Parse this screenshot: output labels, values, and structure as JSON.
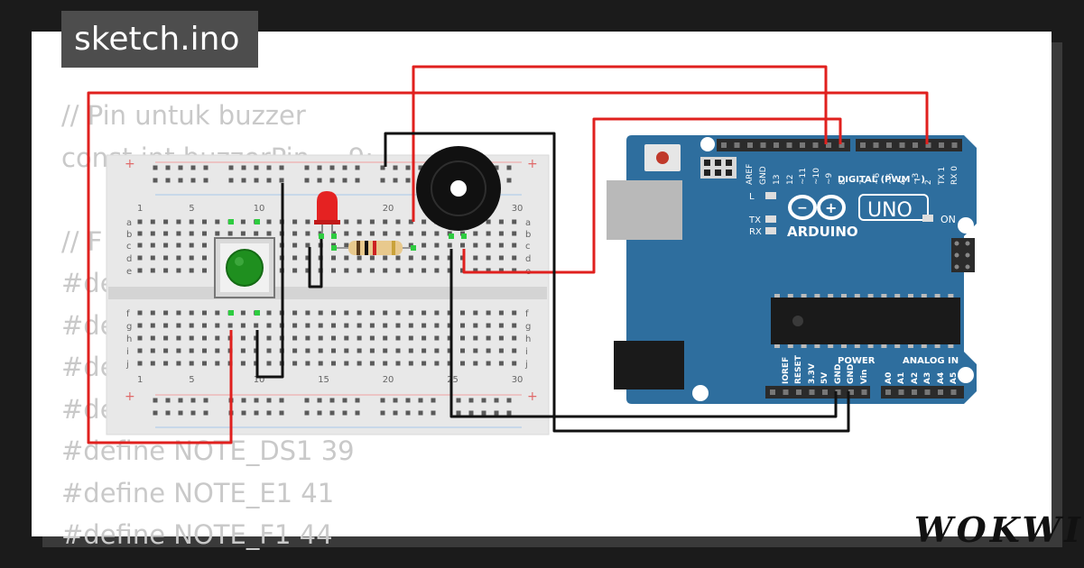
{
  "header": {
    "filename": "sketch.ino"
  },
  "code_lines": [
    "// Pin untuk buzzer",
    "const int buzzerPin = 9;",
    "",
    "// F",
    "#de",
    "#de",
    "#de",
    "#de",
    "#define NOTE_DS1 39",
    "#define NOTE_E1 41",
    "#define NOTE_F1 44"
  ],
  "breadboard": {
    "row_letters_top": [
      "a",
      "b",
      "c",
      "d",
      "e"
    ],
    "row_letters_bottom": [
      "f",
      "g",
      "h",
      "i",
      "j"
    ],
    "column_numbers": [
      "1",
      "5",
      "10",
      "15",
      "20",
      "25",
      "30"
    ],
    "rail_plus": "+",
    "rail_minus": "−"
  },
  "arduino": {
    "brand": "ARDUINO",
    "model": "UNO",
    "digital_label": "DIGITAL (PWM ~)",
    "power_label": "POWER",
    "analog_label": "ANALOG IN",
    "on_label": "ON",
    "led_labels": [
      "L",
      "TX",
      "RX"
    ],
    "top_pin_labels": [
      "AREF",
      "GND",
      "13",
      "12",
      "~11",
      "~10",
      "~9",
      "8",
      "7",
      "~6",
      "~5",
      "4",
      "~3",
      "2",
      "TX 1",
      "RX 0"
    ],
    "power_pin_labels": [
      "IOREF",
      "RESET",
      "3.3V",
      "5V",
      "GND",
      "GND",
      "Vin"
    ],
    "analog_pin_labels": [
      "A0",
      "A1",
      "A2",
      "A3",
      "A4",
      "A5"
    ]
  },
  "components": [
    "push-button",
    "red-led",
    "resistor",
    "buzzer"
  ],
  "brand": {
    "logo": "WOKWI"
  },
  "colors": {
    "wire_red": "#e0201e",
    "wire_black": "#111111",
    "board_blue": "#2e6e9e",
    "led_red": "#e52222",
    "button_green": "#1f8f1f"
  }
}
